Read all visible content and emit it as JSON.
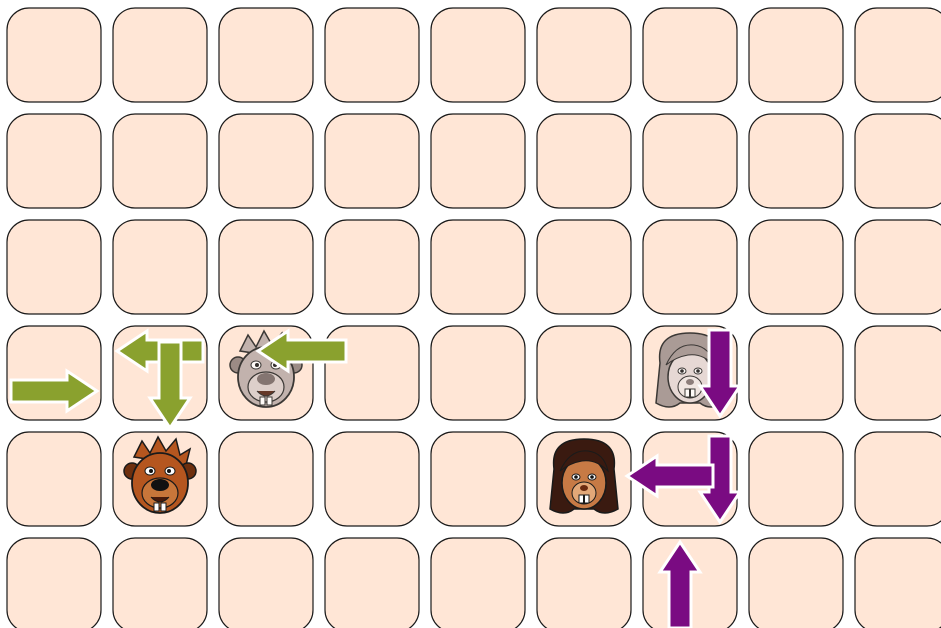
{
  "board": {
    "rows": 6,
    "cols": 9,
    "tile_color": "#ffe6d6",
    "tile_border": "#1a1a1a"
  },
  "colors": {
    "green_arrow": "#8aa12e",
    "purple_arrow": "#7a0b82",
    "arrow_outline": "#ffffff"
  },
  "characters": [
    {
      "id": "boy-beaver",
      "col": 1,
      "row": 4,
      "faded": false,
      "icon": "boy-beaver-icon"
    },
    {
      "id": "ghost-boy-beaver",
      "col": 2,
      "row": 3,
      "faded": true,
      "icon": "boy-beaver-icon"
    },
    {
      "id": "girl-beaver",
      "col": 5,
      "row": 4,
      "faded": false,
      "icon": "girl-beaver-icon"
    },
    {
      "id": "ghost-girl-beaver",
      "col": 6,
      "row": 3,
      "faded": true,
      "icon": "girl-beaver-icon"
    }
  ],
  "arrows": [
    {
      "color": "green",
      "from": [
        2,
        3
      ],
      "dir": "left"
    },
    {
      "color": "green",
      "from": [
        1,
        3
      ],
      "dir": "left"
    },
    {
      "color": "green",
      "from": [
        0,
        3
      ],
      "dir": "right"
    },
    {
      "color": "green",
      "from": [
        1,
        3
      ],
      "dir": "down"
    },
    {
      "color": "purple",
      "from": [
        6,
        3
      ],
      "dir": "down"
    },
    {
      "color": "purple",
      "from": [
        6,
        4
      ],
      "dir": "down"
    },
    {
      "color": "purple",
      "from": [
        6,
        5
      ],
      "dir": "up"
    },
    {
      "color": "purple",
      "from": [
        6,
        4
      ],
      "dir": "left"
    }
  ]
}
